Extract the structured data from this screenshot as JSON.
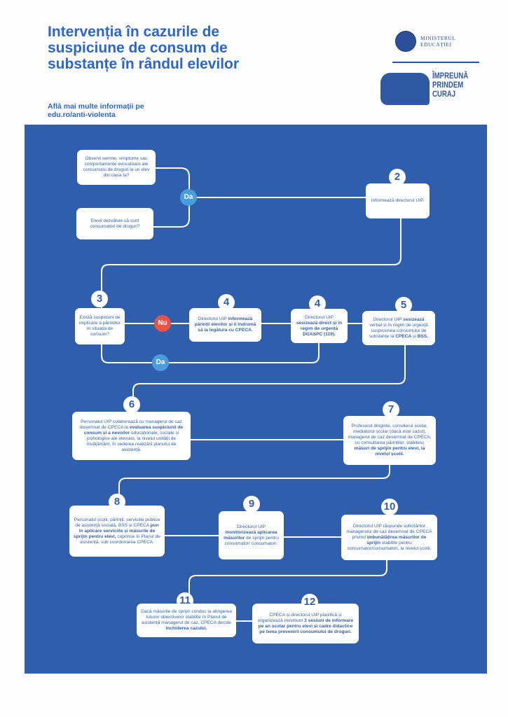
{
  "header": {
    "title": "Intervenția în cazurile de suspiciune de consum de substanțe în rândul elevilor",
    "more_info_line1": "Află mai multe informații pe",
    "more_info_line2": "edu.ro/anti-violenta",
    "ministry_line1": "MINISTERUL",
    "ministry_line2": "EDUCAȚIEI",
    "campaign_line1": "ÎMPREUNĂ",
    "campaign_line2": "PRINDEM",
    "campaign_line3": "CURAJ"
  },
  "colors": {
    "panel": "#2f5fac",
    "yes": "#4a9be0",
    "no": "#e5544b"
  },
  "decisions": {
    "yes1": "Da",
    "no": "Nu",
    "yes2": "Da"
  },
  "steps": {
    "q1a": {
      "text": "Observi semne, simptome sau comportamente evocatoare ale consumului de droguri la un elev din clasa ta?"
    },
    "q1b": {
      "text": "Elevii dezvăluie că sunt consumatori de droguri?"
    },
    "s2": {
      "num": "2",
      "text": "Informează directorul UIP."
    },
    "s3": {
      "num": "3",
      "text": "Există suspiciuni de implicare a părinților în situația de consum?"
    },
    "s4a": {
      "num": "4",
      "pre": "Directorul UIP ",
      "bold": "informează părinții elevilor și îi îndrumă să ia legătura cu CPECA."
    },
    "s4b": {
      "num": "4",
      "pre": "Directorul UIP ",
      "bold": "sesizează direct și în regim de urgență DGASPC (119)."
    },
    "s5": {
      "num": "5",
      "pre": "Directorul UIP ",
      "bold": "sesizează",
      "mid": " verbal și în regim de urgență suspiciunea consumului de substanțe la ",
      "bold2": "CPECA",
      "mid2": " și ",
      "bold3": "BSS."
    },
    "s6": {
      "num": "6",
      "pre": "Personalul UIP colaborează cu managerul de caz desemnat de CPECA la ",
      "bold": "evaluarea suspiciunii de consum și a nevoilor",
      "post": " educaționale, sociale și psihologice ale elevului, la nivelul unității de învățământ, în vederea realizării planului de asistență."
    },
    "s7": {
      "num": "7",
      "pre": "Profesorul diriginte, consilierul școlar, mediatorul școlar (dacă este cazul), managerul de caz desemnat de CPECA, cu consultarea părinților, stabilesc ",
      "bold": "măsuri de sprijin pentru elevi, la nivelul școlii."
    },
    "s8": {
      "num": "8",
      "pre": "Personalul școlii, părinții, serviciile publice de asistență socială, BSS și CPECA ",
      "bold": "pun în aplicare serviciile și măsurile de sprijin pentru elevi,",
      "post": " cuprinse în Planul de asistență, sub coordonarea CPECA."
    },
    "s9": {
      "num": "9",
      "pre": "Directorul UIP ",
      "bold": "monitorizează aplicarea măsurilor",
      "post": " de sprijin pentru consumator/ consumatori."
    },
    "s10": {
      "num": "10",
      "pre": "Directorul UIP răspunde solicitărilor managerului de caz desemnat de CPECA privind ",
      "bold": "îmbunătățirea măsurilor de sprijin",
      "post": " stabilite pentru consumator/consumatori, la nivelul școlii."
    },
    "s11": {
      "num": "11",
      "pre": "Dacă măsurile de sprijin conduc la atingerea tuturor obiectivelor stabilite în Planul de asistență managerul de caz, CPECA decide ",
      "bold": "închiderea cazului."
    },
    "s12": {
      "num": "12",
      "pre": "CPECA și directorul UIP planifică și organizează minimum ",
      "bold": "3 sesiuni de informare pe an școlar pentru elevi și cadre didactice pe tema prevenirii consumului de droguri."
    }
  }
}
